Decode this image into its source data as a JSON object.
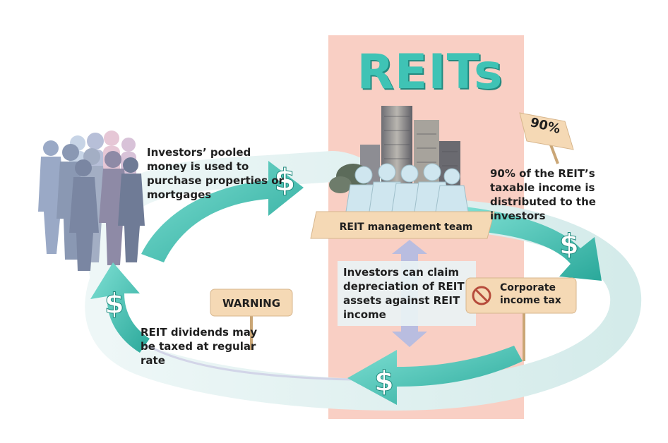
{
  "title": "REITs",
  "labels": {
    "pooled_money": "Investors’ pooled money is used to purchase properties or mortgages",
    "management_team": "REIT management team",
    "percent_sign": "90%",
    "distribution": "90% of the REIT’s taxable income is distributed to the investors",
    "depreciation": "Investors can claim depreciation of REIT assets against REIT income",
    "corporate_tax": "Corporate income tax",
    "warning": "WARNING",
    "dividends": "REIT dividends may be taxed at regular rate"
  },
  "dollar_symbol": "$",
  "colors": {
    "teal": "#3fc3b5",
    "teal_dark": "#23897f",
    "panel_pink": "#f9cfc4",
    "sign_tan": "#f5d9b5",
    "loop_light": "#e3f1f0",
    "double_arrow": "#b9bde0"
  }
}
